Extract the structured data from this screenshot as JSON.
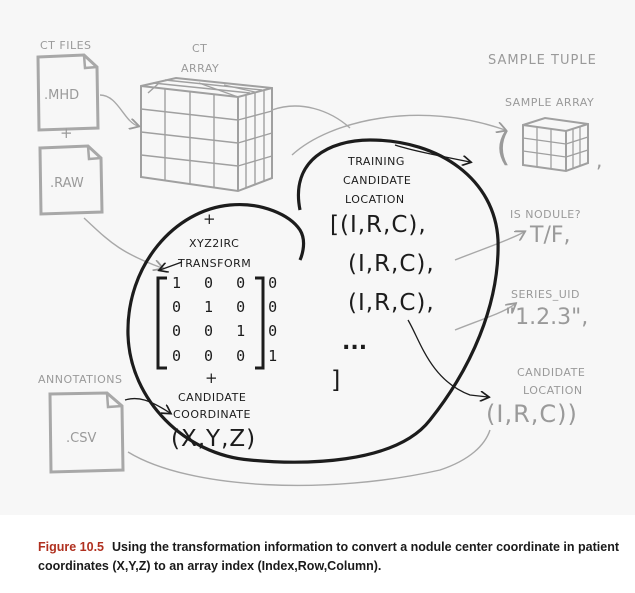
{
  "inputs": {
    "ct_files_label": "CT FILES",
    "mhd_label": ".MHD",
    "plus_1": "+",
    "raw_label": ".RAW",
    "annotations_label": "ANNOTATIONS",
    "csv_label": ".CSV",
    "ct_array_label_1": "CT",
    "ct_array_label_2": "ARRAY"
  },
  "transform": {
    "plus_top": "+",
    "name_1": "XYZ2IRC",
    "name_2": "TRANSFORM",
    "matrix_rows": [
      "1 0 0 0",
      "0 1 0 0",
      "0 0 1 0",
      "0 0 0 1"
    ],
    "plus_bottom": "+",
    "candidate_1": "CANDIDATE",
    "candidate_2": "COORDINATE",
    "xyz": "(X,Y,Z)"
  },
  "training": {
    "title_1": "TRAINING",
    "title_2": "CANDIDATE",
    "title_3": "LOCATION",
    "list_open": "[(I,R,C),",
    "item_2": "(I,R,C),",
    "item_3": "(I,R,C),",
    "ellipsis": "...",
    "list_close": "]"
  },
  "sample_tuple": {
    "title": "SAMPLE TUPLE",
    "sample_array_label": "SAMPLE ARRAY",
    "paren_open": "(",
    "comma": ",",
    "is_nodule_label": "IS NODULE?",
    "is_nodule_value": "T/F,",
    "series_uid_label": "SERIES_UID",
    "series_uid_value": "\"1.2.3\",",
    "candidate_location_1": "CANDIDATE",
    "candidate_location_2": "LOCATION",
    "candidate_location_value": "(I,R,C))"
  },
  "caption": {
    "figure_number": "Figure 10.5",
    "text": "Using the transformation information to convert a nodule center coordinate in patient coordinates (X,Y,Z) to an array index (Index,Row,Column)."
  },
  "colors": {
    "ink": "#1c1c1c",
    "faded": "#9a9a9a",
    "figure_number": "#b0301f"
  }
}
